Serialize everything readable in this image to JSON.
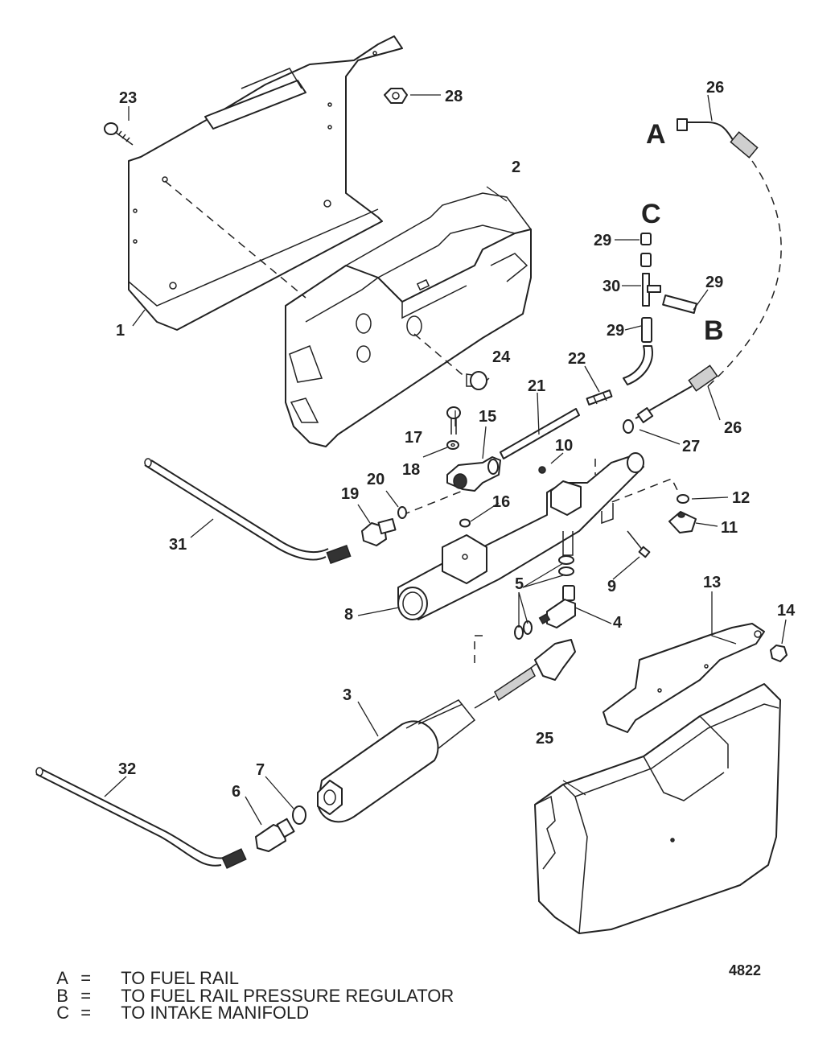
{
  "callouts": {
    "c1": "1",
    "c2": "2",
    "c3": "3",
    "c4": "4",
    "c5": "5",
    "c6": "6",
    "c7": "7",
    "c8": "8",
    "c9": "9",
    "c10": "10",
    "c11": "11",
    "c12": "12",
    "c13": "13",
    "c14": "14",
    "c15": "15",
    "c16": "16",
    "c17": "17",
    "c18": "18",
    "c19": "19",
    "c20": "20",
    "c21": "21",
    "c22": "22",
    "c23": "23",
    "c24": "24",
    "c25": "25",
    "c26a": "26",
    "c26b": "26",
    "c27": "27",
    "c28": "28",
    "c29a": "29",
    "c29b": "29",
    "c29c": "29",
    "c30": "30",
    "c31": "31",
    "c32": "32"
  },
  "connection_letters": {
    "a": "A",
    "b": "B",
    "c": "C"
  },
  "legend": [
    {
      "key": "A",
      "eq": "=",
      "text": "TO FUEL RAIL"
    },
    {
      "key": "B",
      "eq": "=",
      "text": "TO FUEL RAIL PRESSURE REGULATOR"
    },
    {
      "key": "C",
      "eq": "=",
      "text": "TO INTAKE MANIFOLD"
    }
  ],
  "diagram_code": "4822"
}
